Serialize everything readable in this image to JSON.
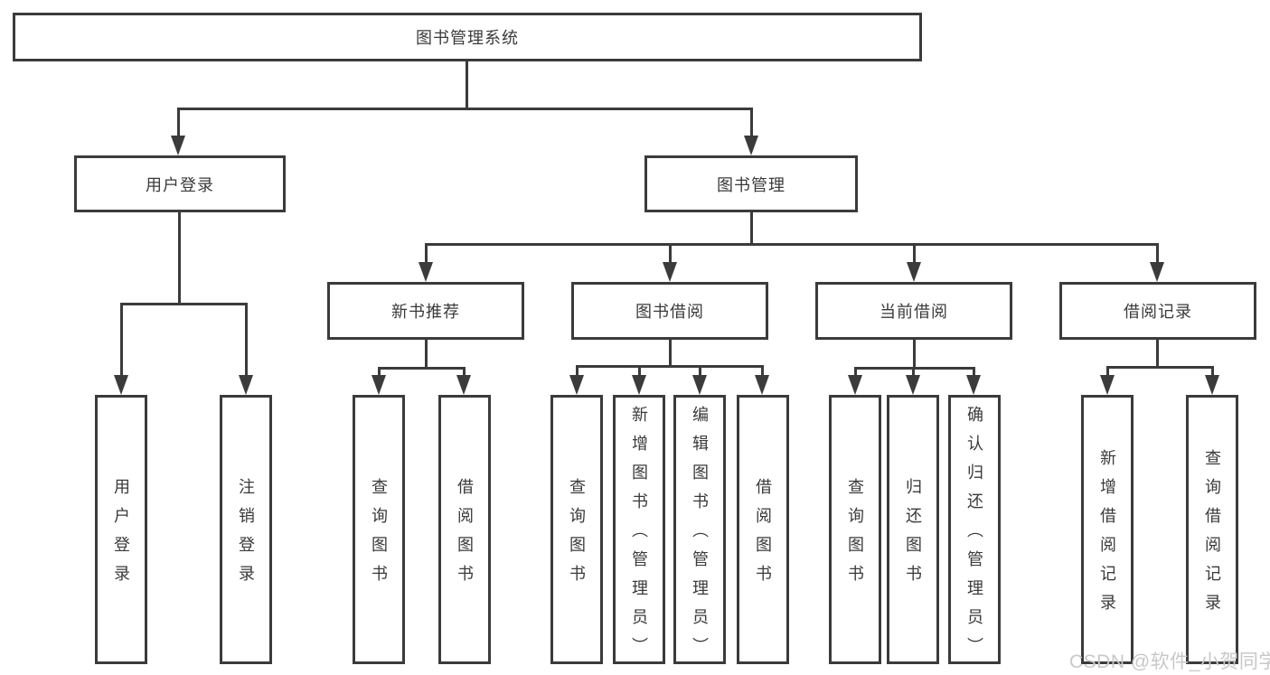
{
  "tree": {
    "label": "图书管理系统",
    "children": [
      {
        "label": "用户登录",
        "children": [
          {
            "label": "用户登录"
          },
          {
            "label": "注销登录"
          }
        ]
      },
      {
        "label": "图书管理",
        "children": [
          {
            "label": "新书推荐",
            "children": [
              {
                "label": "查询图书"
              },
              {
                "label": "借阅图书"
              }
            ]
          },
          {
            "label": "图书借阅",
            "children": [
              {
                "label": "查询图书"
              },
              {
                "label": "新增图书（管理员）"
              },
              {
                "label": "编辑图书（管理员）"
              },
              {
                "label": "借阅图书"
              }
            ]
          },
          {
            "label": "当前借阅",
            "children": [
              {
                "label": "查询图书"
              },
              {
                "label": "归还图书"
              },
              {
                "label": "确认归还（管理员）"
              }
            ]
          },
          {
            "label": "借阅记录",
            "children": [
              {
                "label": "新增借阅记录"
              },
              {
                "label": "查询借阅记录"
              }
            ]
          }
        ]
      }
    ]
  },
  "watermark": {
    "text": "CSDN @软件_小贺同学"
  },
  "colors": {
    "line": "#3b3b3b",
    "text": "#3a3a3a",
    "watermark": "#c8c8c8",
    "background": "#ffffff"
  }
}
